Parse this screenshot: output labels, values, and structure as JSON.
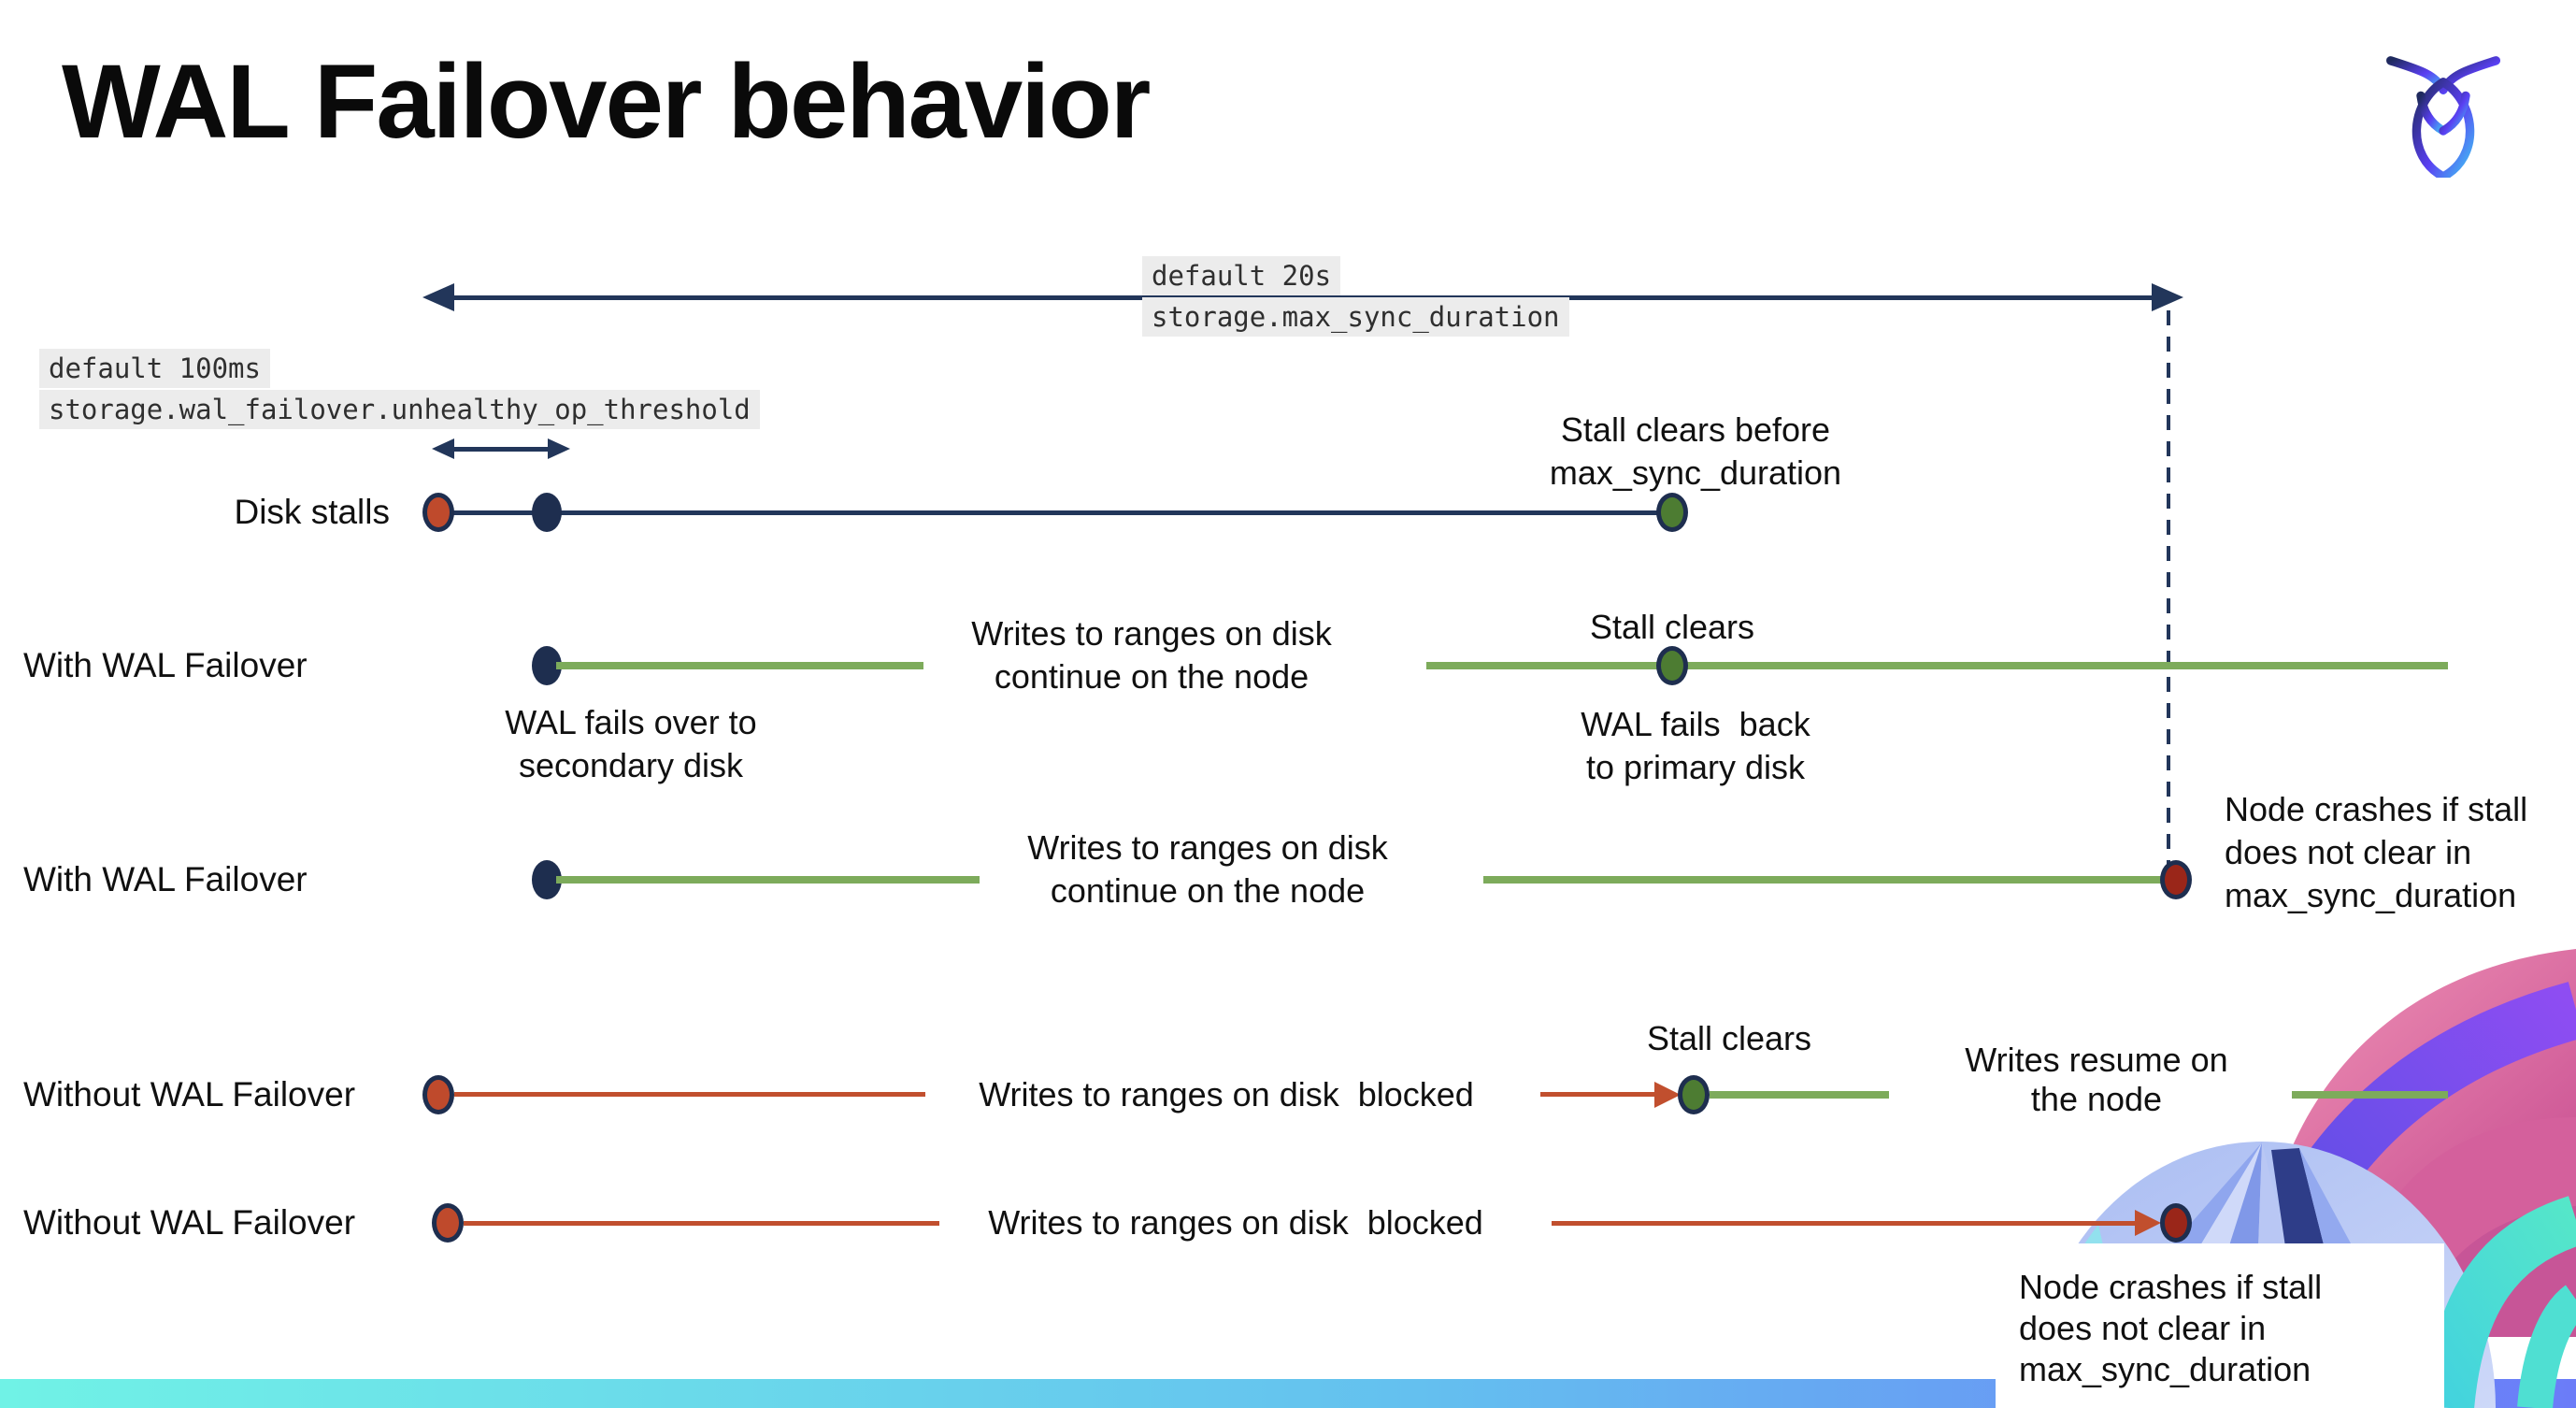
{
  "page": {
    "title": "WAL Failover behavior"
  },
  "logo": {
    "name": "cockroachdb-logo"
  },
  "config_labels": {
    "max_sync_duration": {
      "default_value": "default 20s",
      "setting": "storage.max_sync_duration"
    },
    "unhealthy_op_threshold": {
      "default_value": "default 100ms",
      "setting": "storage.wal_failover.unhealthy_op_threshold"
    }
  },
  "rows": [
    {
      "label": "Disk stalls",
      "stall_clears_note": [
        "Stall clears before",
        "max_sync_duration"
      ]
    },
    {
      "label": "With WAL Failover",
      "failover_note": [
        "WAL fails over to",
        "secondary disk"
      ],
      "writes_note": [
        "Writes to ranges on disk",
        "continue on the node"
      ],
      "stall_clears_note": [
        "Stall clears"
      ],
      "failback_note": [
        "WAL fails  back",
        "to primary disk"
      ]
    },
    {
      "label": "With WAL Failover",
      "writes_note": [
        "Writes to ranges on disk",
        "continue on the node"
      ],
      "crash_note": [
        "Node crashes if stall",
        "does not clear in",
        "max_sync_duration"
      ]
    },
    {
      "label": "Without WAL Failover",
      "writes_note": [
        "Writes to ranges on disk  blocked"
      ],
      "stall_clears_note": [
        "Stall clears"
      ],
      "resume_note": [
        "Writes resume on",
        "the node"
      ]
    },
    {
      "label": "Without WAL Failover",
      "writes_note": [
        "Writes to ranges on disk  blocked"
      ],
      "crash_note": [
        "Node crashes if stall",
        "does not clear in",
        "max_sync_duration"
      ]
    }
  ],
  "colors": {
    "navy": "#22365a",
    "green_line": "#7dab5b",
    "green_dot": "#4d7c32",
    "red_line": "#c14f2e",
    "red_dot": "#bf4a2c",
    "dark_red_dot": "#9a2619",
    "code_background": "#ececec",
    "bottom_bar_gradient": [
      "#70f2e6",
      "#6b7cf8"
    ]
  }
}
